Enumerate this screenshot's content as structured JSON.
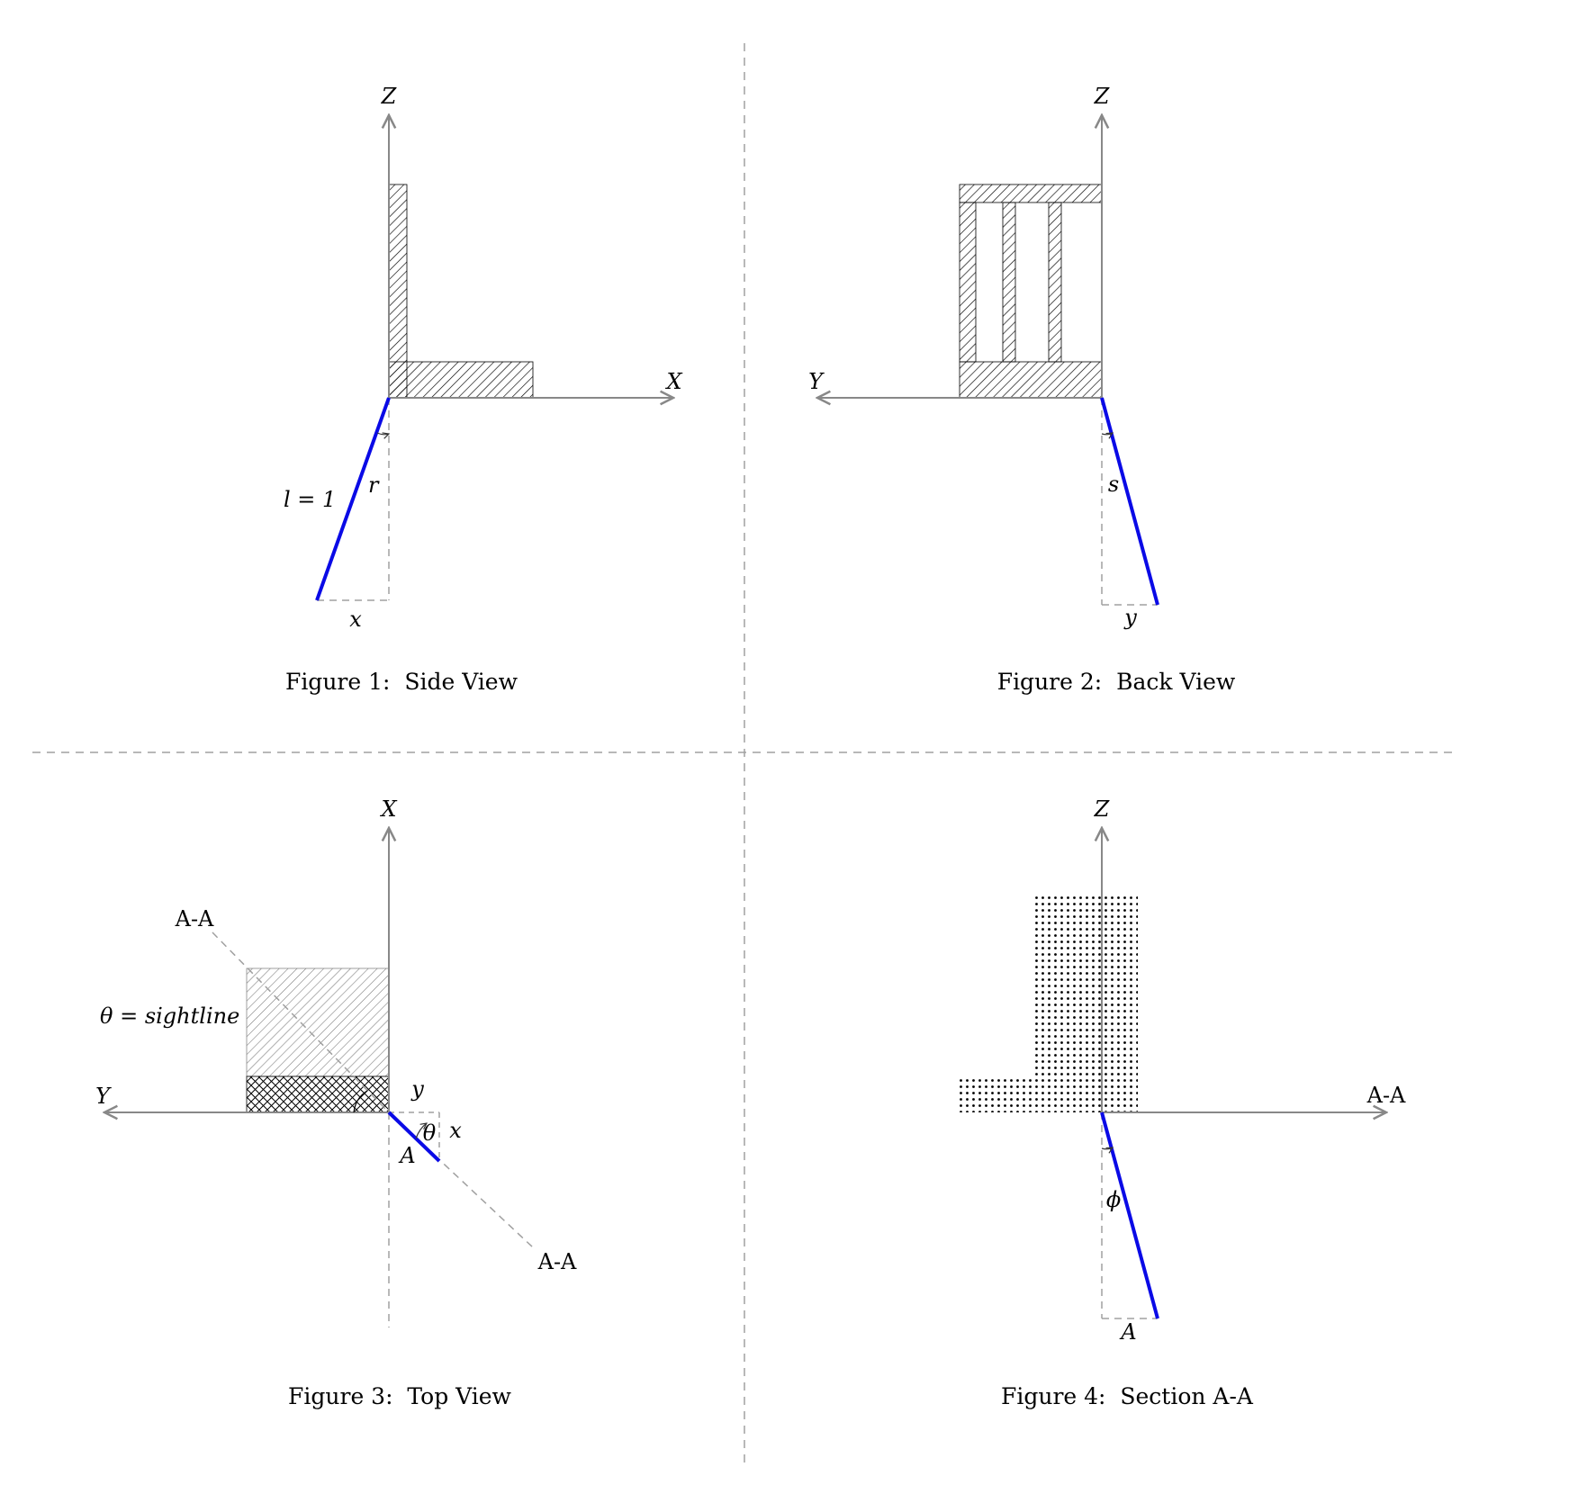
{
  "colors": {
    "axis": "#888888",
    "guide": "#a0a0a0",
    "rod": "#0a0ae6",
    "hatch": "#000000"
  },
  "figures": {
    "side": {
      "caption": "Figure 1:  Side View",
      "axis_vertical": "Z",
      "axis_horizontal": "X",
      "length_label": "l = 1",
      "angle_label": "r",
      "offset_label": "x"
    },
    "back": {
      "caption": "Figure 2:  Back View",
      "axis_vertical": "Z",
      "axis_horizontal": "Y",
      "angle_label": "s",
      "offset_label": "y"
    },
    "top": {
      "caption": "Figure 3:  Top View",
      "axis_vertical": "X",
      "axis_horizontal": "Y",
      "section_label_top": "A-A",
      "section_label_bottom": "A-A",
      "sightline_label": "θ = sightline",
      "y_label": "y",
      "x_label": "x",
      "theta_label": "θ",
      "point_label": "A"
    },
    "section": {
      "caption": "Figure 4:  Section A-A",
      "axis_vertical": "Z",
      "axis_horizontal": "A-A",
      "angle_label": "ϕ",
      "offset_label": "A"
    }
  }
}
